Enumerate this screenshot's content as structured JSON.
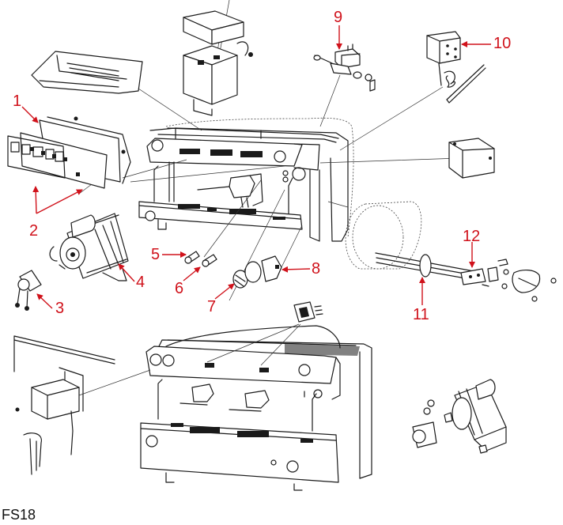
{
  "diagram": {
    "caption": "FS18",
    "label_color": "#d0121b",
    "callouts": [
      {
        "number": "1",
        "part": "control-panel-housing"
      },
      {
        "number": "2",
        "part": "keypad-membrane"
      },
      {
        "number": "3",
        "part": "pump-fitting"
      },
      {
        "number": "4",
        "part": "pump-motor"
      },
      {
        "number": "5",
        "part": "indicator-lamp"
      },
      {
        "number": "6",
        "part": "indicator-lamp"
      },
      {
        "number": "7",
        "part": "switch-knob"
      },
      {
        "number": "8",
        "part": "rocker-switch"
      },
      {
        "number": "9",
        "part": "solenoid-valve"
      },
      {
        "number": "10",
        "part": "thermostat"
      },
      {
        "number": "11",
        "part": "heating-element-gasket"
      },
      {
        "number": "12",
        "part": "heating-element-terminal"
      }
    ]
  }
}
